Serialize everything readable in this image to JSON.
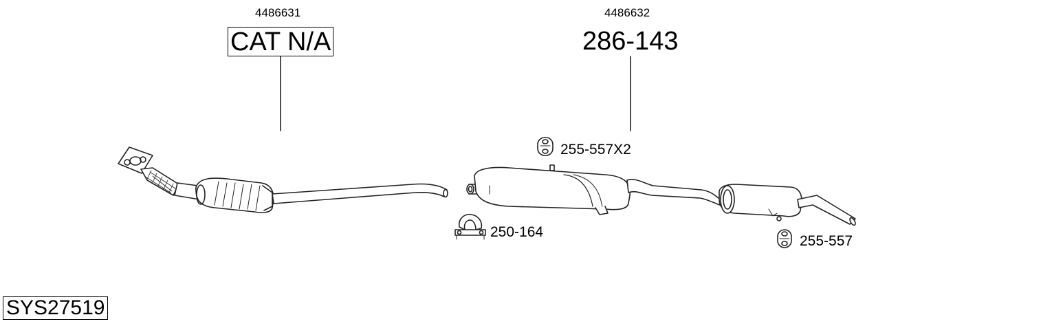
{
  "system_code": "SYS27519",
  "front_section": {
    "oe_number": "4486631",
    "part_number": "CAT N/A"
  },
  "rear_section": {
    "oe_number": "4486632",
    "part_number": "286-143"
  },
  "accessories": {
    "hanger_pair": "255-557X2",
    "clamp": "250-164",
    "hanger_single": "255-557"
  }
}
